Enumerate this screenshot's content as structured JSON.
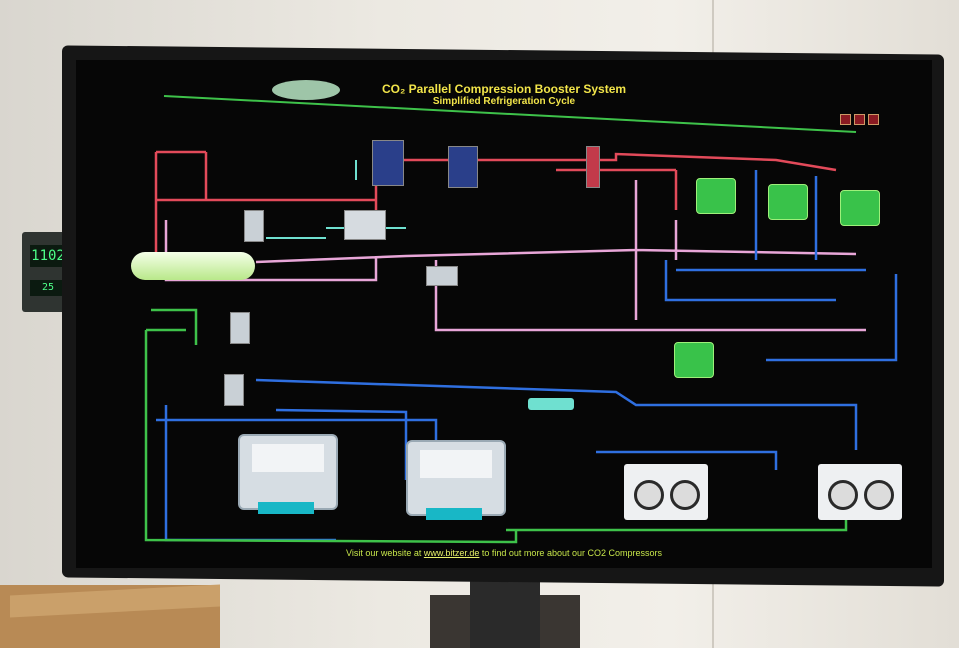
{
  "screen": {
    "title": "CO₂ Parallel Compression Booster System",
    "subtitle": "Simplified Refrigeration Cycle",
    "footer_prefix": "Visit our website at ",
    "footer_link": "www.bitzer.de",
    "footer_suffix": " to find out more about our CO2 Compressors"
  },
  "thermostat": {
    "display_top": "1102",
    "display_bottom": "25"
  },
  "colors": {
    "title": "#f2e54a",
    "pipe_red": "#e24a5a",
    "pipe_pink": "#e8a6d8",
    "pipe_blue": "#2f6fe0",
    "pipe_green": "#3ec24a",
    "pipe_cyan": "#6fe0d0",
    "compressor": "#39c24a"
  }
}
